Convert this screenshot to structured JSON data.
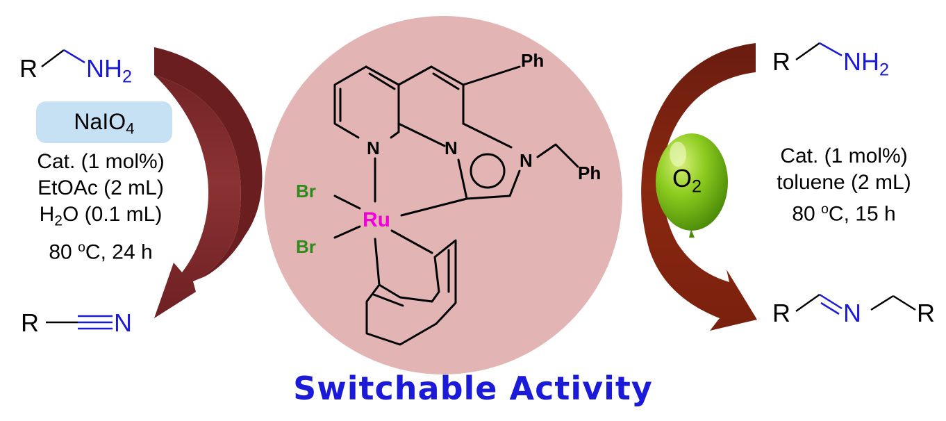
{
  "title": "Switchable Activity",
  "left": {
    "reactant": {
      "r": "R",
      "group": "NH",
      "sub": "2"
    },
    "oxidant": {
      "text": "NaIO",
      "sub": "4"
    },
    "conditions": {
      "catalyst": "Cat. (1 mol%)",
      "solvent": "EtOAc (2 mL)",
      "water_pre": "H",
      "water_sub": "2",
      "water_post": "O (0.1 mL)",
      "temp_pre": "80 ",
      "temp_sup": "o",
      "temp_post": "C, 24 h"
    },
    "product": {
      "r": "R",
      "n": "N"
    }
  },
  "right": {
    "reactant": {
      "r": "R",
      "group": "NH",
      "sub": "2"
    },
    "oxidant": {
      "text": "O",
      "sub": "2"
    },
    "conditions": {
      "catalyst": "Cat. (1 mol%)",
      "solvent": "toluene (2 mL)",
      "temp_pre": "80 ",
      "temp_sup": "o",
      "temp_post": "C, 15 h"
    },
    "product": {
      "r1": "R",
      "n": "N",
      "r2": "R"
    }
  },
  "catalyst": {
    "metal": "Ru",
    "halide1": "Br",
    "halide2": "Br",
    "n1": "N",
    "n2": "N",
    "n3": "N",
    "ph1": "Ph",
    "ph2": "Ph"
  },
  "colors": {
    "disc": "#e3b4b4",
    "arrow": "#7a2326",
    "blue": "#1a1ad8",
    "green": "#2e8b1a",
    "magenta": "#f000d8",
    "oxidant_box": "#c6e0f4",
    "balloon": "#7cc11c"
  }
}
